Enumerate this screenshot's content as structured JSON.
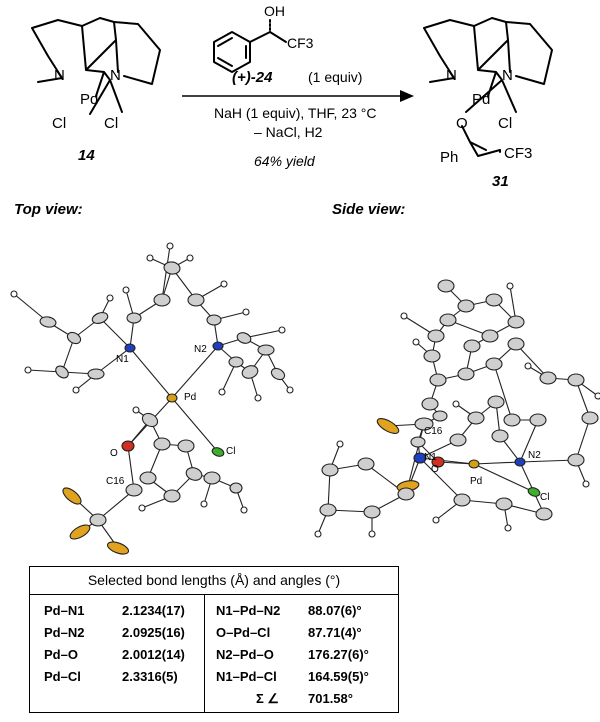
{
  "reaction": {
    "reactant_id": "14",
    "product_id": "31",
    "reagent_label": "(+)-24",
    "reagent_equiv": "(1 equiv)",
    "reagent_oh": "OH",
    "reagent_cf3": "CF3",
    "conditions_line1": "NaH (1 equiv), THF, 23 °C",
    "conditions_line2": "– NaCl, H2",
    "yield": "64% yield",
    "atom_N": "N",
    "atom_Pd": "Pd",
    "atom_Cl": "Cl",
    "atom_O": "O",
    "atom_Ph": "Ph",
    "atom_CF3": "CF3"
  },
  "views": {
    "top_title": "Top view:",
    "side_title": "Side view:",
    "top_labels": {
      "N1": "N1",
      "N2": "N2",
      "Pd": "Pd",
      "Cl": "Cl",
      "O": "O",
      "C16": "C16"
    },
    "side_labels": {
      "C16": "C16",
      "N1": "N1",
      "O": "O",
      "N2": "N2",
      "Pd": "Pd",
      "Cl": "Cl"
    }
  },
  "atom_colors": {
    "Pd": "#d4a017",
    "N": "#1f3fbf",
    "O": "#d0301f",
    "Cl": "#3fae2f",
    "F": "#e0a21f",
    "C": "#cfcfcf",
    "H": "#ffffff"
  },
  "bond_table": {
    "title": "Selected bond lengths (Å) and angles (°)",
    "lengths": [
      {
        "bond": "Pd–N1",
        "value": "2.1234(17)"
      },
      {
        "bond": "Pd–N2",
        "value": "2.0925(16)"
      },
      {
        "bond": "Pd–O",
        "value": "2.0012(14)"
      },
      {
        "bond": "Pd–Cl",
        "value": "2.3316(5)"
      }
    ],
    "angles": [
      {
        "angle": "N1–Pd–N2",
        "value": "88.07(6)°"
      },
      {
        "angle": "O–Pd–Cl",
        "value": "87.71(4)°"
      },
      {
        "angle": "N2–Pd–O",
        "value": "176.27(6)°"
      },
      {
        "angle": "N1–Pd–Cl",
        "value": "164.59(5)°"
      },
      {
        "angle": "Σ ∠",
        "value": "701.58°"
      }
    ]
  }
}
